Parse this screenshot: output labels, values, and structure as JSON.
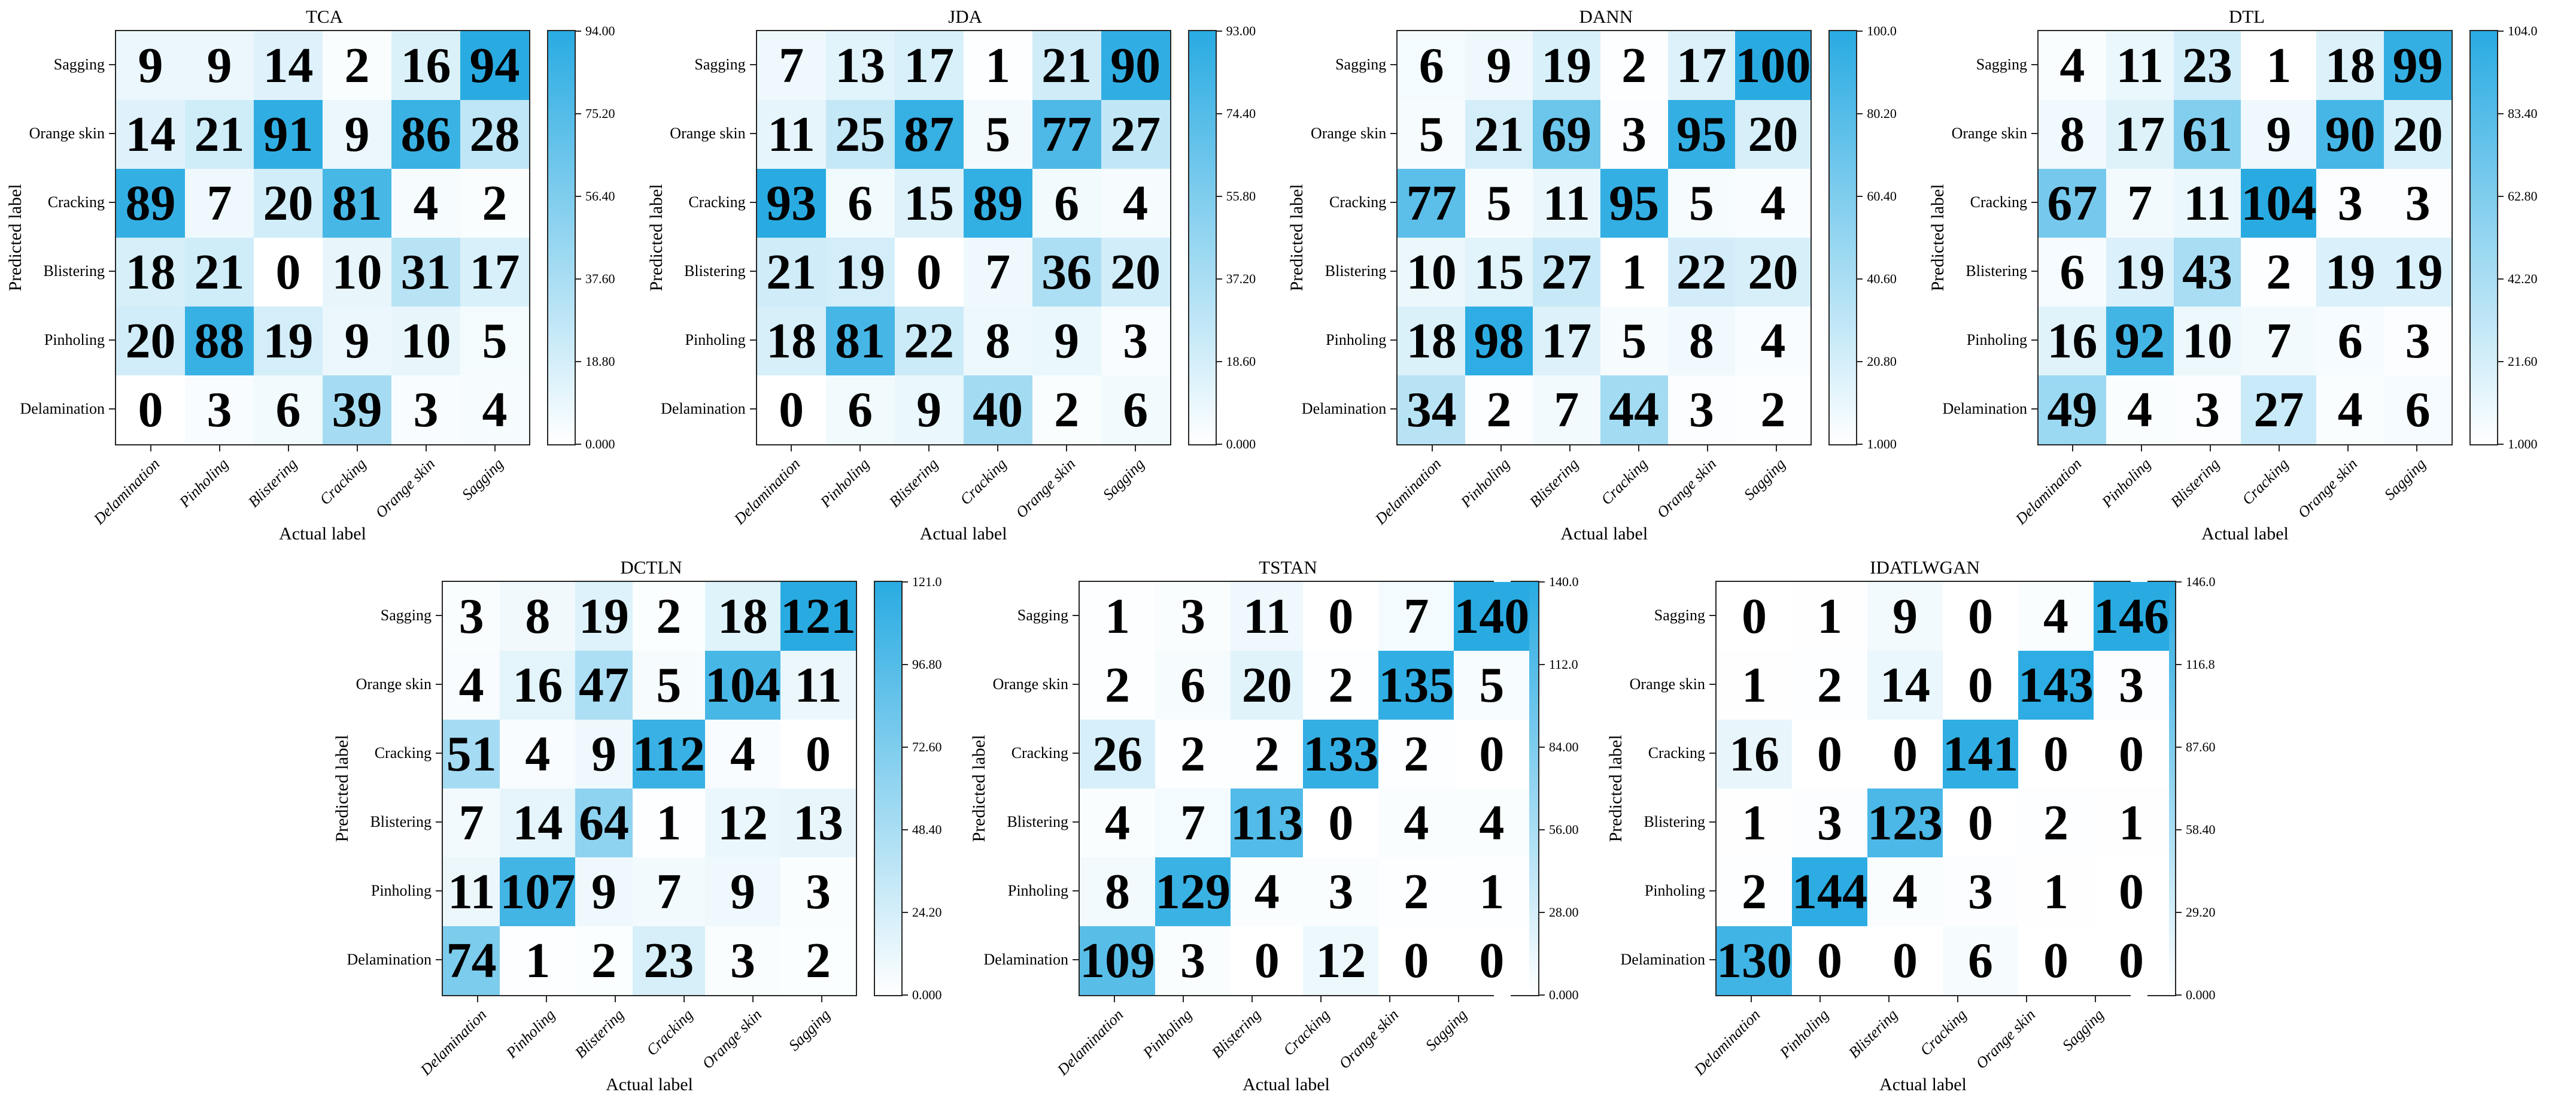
{
  "figure_labels": {
    "xlabel": "Actual label",
    "ylabel": "Predicted label"
  },
  "colors": {
    "heat_max": "#29ABE2",
    "heat_min": "#FFFFFF",
    "axis": "#262626",
    "cell_text": "#000000"
  },
  "row_labels": [
    "Sagging",
    "Orange skin",
    "Cracking",
    "Blistering",
    "Pinholing",
    "Delamination"
  ],
  "col_labels": [
    "Delamination",
    "Pinholing",
    "Blistering",
    "Cracking",
    "Orange skin",
    "Sagging"
  ],
  "chart_data": [
    {
      "type": "heatmap",
      "title": "TCA",
      "xlabel": "Actual label",
      "ylabel": "Predicted label",
      "x_categories": [
        "Delamination",
        "Pinholing",
        "Blistering",
        "Cracking",
        "Orange skin",
        "Sagging"
      ],
      "y_categories": [
        "Sagging",
        "Orange skin",
        "Cracking",
        "Blistering",
        "Pinholing",
        "Delamination"
      ],
      "values": [
        [
          9,
          9,
          14,
          2,
          16,
          94
        ],
        [
          14,
          21,
          91,
          9,
          86,
          28
        ],
        [
          89,
          7,
          20,
          81,
          4,
          2
        ],
        [
          18,
          21,
          0,
          10,
          31,
          17
        ],
        [
          20,
          88,
          19,
          9,
          10,
          5
        ],
        [
          0,
          3,
          6,
          39,
          3,
          4
        ]
      ],
      "vmin": 0,
      "vmax": 94,
      "colorbar_ticks": [
        "94.00",
        "75.20",
        "56.40",
        "37.60",
        "18.80",
        "0.000"
      ]
    },
    {
      "type": "heatmap",
      "title": "JDA",
      "xlabel": "Actual label",
      "ylabel": "Predicted label",
      "x_categories": [
        "Delamination",
        "Pinholing",
        "Blistering",
        "Cracking",
        "Orange skin",
        "Sagging"
      ],
      "y_categories": [
        "Sagging",
        "Orange skin",
        "Cracking",
        "Blistering",
        "Pinholing",
        "Delamination"
      ],
      "values": [
        [
          7,
          13,
          17,
          1,
          21,
          90
        ],
        [
          11,
          25,
          87,
          5,
          77,
          27
        ],
        [
          93,
          6,
          15,
          89,
          6,
          4
        ],
        [
          21,
          19,
          0,
          7,
          36,
          20
        ],
        [
          18,
          81,
          22,
          8,
          9,
          3
        ],
        [
          0,
          6,
          9,
          40,
          2,
          6
        ]
      ],
      "vmin": 0,
      "vmax": 93,
      "colorbar_ticks": [
        "93.00",
        "74.40",
        "55.80",
        "37.20",
        "18.60",
        "0.000"
      ]
    },
    {
      "type": "heatmap",
      "title": "DANN",
      "xlabel": "Actual label",
      "ylabel": "Predicted label",
      "x_categories": [
        "Delamination",
        "Pinholing",
        "Blistering",
        "Cracking",
        "Orange skin",
        "Sagging"
      ],
      "y_categories": [
        "Sagging",
        "Orange skin",
        "Cracking",
        "Blistering",
        "Pinholing",
        "Delamination"
      ],
      "values": [
        [
          6,
          9,
          19,
          2,
          17,
          100
        ],
        [
          5,
          21,
          69,
          3,
          95,
          20
        ],
        [
          77,
          5,
          11,
          95,
          5,
          4
        ],
        [
          10,
          15,
          27,
          1,
          22,
          20
        ],
        [
          18,
          98,
          17,
          5,
          8,
          4
        ],
        [
          34,
          2,
          7,
          44,
          3,
          2
        ]
      ],
      "vmin": 1,
      "vmax": 100,
      "colorbar_ticks": [
        "100.0",
        "80.20",
        "60.40",
        "40.60",
        "20.80",
        "1.000"
      ]
    },
    {
      "type": "heatmap",
      "title": "DTL",
      "xlabel": "Actual label",
      "ylabel": "Predicted label",
      "x_categories": [
        "Delamination",
        "Pinholing",
        "Blistering",
        "Cracking",
        "Orange skin",
        "Sagging"
      ],
      "y_categories": [
        "Sagging",
        "Orange skin",
        "Cracking",
        "Blistering",
        "Pinholing",
        "Delamination"
      ],
      "values": [
        [
          4,
          11,
          23,
          1,
          18,
          99
        ],
        [
          8,
          17,
          61,
          9,
          90,
          20
        ],
        [
          67,
          7,
          11,
          104,
          3,
          3
        ],
        [
          6,
          19,
          43,
          2,
          19,
          19
        ],
        [
          16,
          92,
          10,
          7,
          6,
          3
        ],
        [
          49,
          4,
          3,
          27,
          4,
          6
        ]
      ],
      "vmin": 1,
      "vmax": 104,
      "colorbar_ticks": [
        "104.0",
        "83.40",
        "62.80",
        "42.20",
        "21.60",
        "1.000"
      ]
    },
    {
      "type": "heatmap",
      "title": "DCTLN",
      "xlabel": "Actual label",
      "ylabel": "Predicted label",
      "x_categories": [
        "Delamination",
        "Pinholing",
        "Blistering",
        "Cracking",
        "Orange skin",
        "Sagging"
      ],
      "y_categories": [
        "Sagging",
        "Orange skin",
        "Cracking",
        "Blistering",
        "Pinholing",
        "Delamination"
      ],
      "values": [
        [
          3,
          8,
          19,
          2,
          18,
          121
        ],
        [
          4,
          16,
          47,
          5,
          104,
          11
        ],
        [
          51,
          4,
          9,
          112,
          4,
          0
        ],
        [
          7,
          14,
          64,
          1,
          12,
          13
        ],
        [
          11,
          107,
          9,
          7,
          9,
          3
        ],
        [
          74,
          1,
          2,
          23,
          3,
          2
        ]
      ],
      "vmin": 0,
      "vmax": 121,
      "colorbar_ticks": [
        "121.0",
        "96.80",
        "72.60",
        "48.40",
        "24.20",
        "0.000"
      ]
    },
    {
      "type": "heatmap",
      "title": "TSTAN",
      "xlabel": "Actual label",
      "ylabel": "Predicted label",
      "x_categories": [
        "Delamination",
        "Pinholing",
        "Blistering",
        "Cracking",
        "Orange skin",
        "Sagging"
      ],
      "y_categories": [
        "Sagging",
        "Orange skin",
        "Cracking",
        "Blistering",
        "Pinholing",
        "Delamination"
      ],
      "values": [
        [
          1,
          3,
          11,
          0,
          7,
          140
        ],
        [
          2,
          6,
          20,
          2,
          135,
          5
        ],
        [
          26,
          2,
          2,
          133,
          2,
          0
        ],
        [
          4,
          7,
          113,
          0,
          4,
          4
        ],
        [
          8,
          129,
          4,
          3,
          2,
          1
        ],
        [
          109,
          3,
          0,
          12,
          0,
          0
        ]
      ],
      "vmin": 0,
      "vmax": 140,
      "colorbar_ticks": [
        "140.0",
        "112.0",
        "84.00",
        "56.00",
        "28.00",
        "0.000"
      ]
    },
    {
      "type": "heatmap",
      "title": "IDATLWGAN",
      "xlabel": "Actual label",
      "ylabel": "Predicted label",
      "x_categories": [
        "Delamination",
        "Pinholing",
        "Blistering",
        "Cracking",
        "Orange skin",
        "Sagging"
      ],
      "y_categories": [
        "Sagging",
        "Orange skin",
        "Cracking",
        "Blistering",
        "Pinholing",
        "Delamination"
      ],
      "values": [
        [
          0,
          1,
          9,
          0,
          4,
          146
        ],
        [
          1,
          2,
          14,
          0,
          143,
          3
        ],
        [
          16,
          0,
          0,
          141,
          0,
          0
        ],
        [
          1,
          3,
          123,
          0,
          2,
          1
        ],
        [
          2,
          144,
          4,
          3,
          1,
          0
        ],
        [
          130,
          0,
          0,
          6,
          0,
          0
        ]
      ],
      "vmin": 0,
      "vmax": 146,
      "colorbar_ticks": [
        "146.0",
        "116.8",
        "87.60",
        "58.40",
        "29.20",
        "0.000"
      ]
    }
  ]
}
